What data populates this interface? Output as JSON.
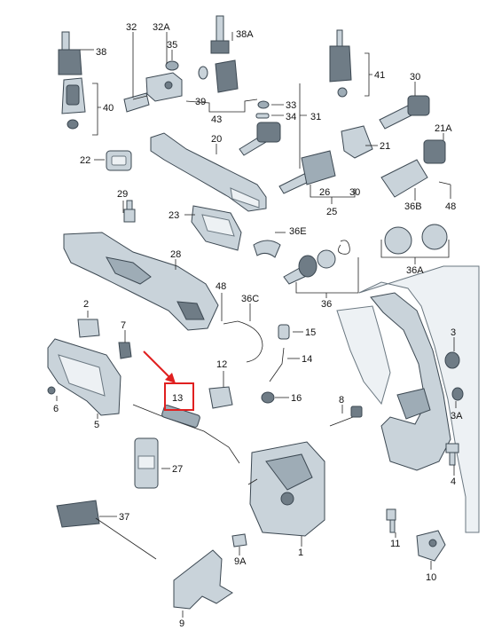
{
  "callouts": [
    {
      "id": "c38",
      "text": "38"
    },
    {
      "id": "c32",
      "text": "32"
    },
    {
      "id": "c32A",
      "text": "32A"
    },
    {
      "id": "c35",
      "text": "35"
    },
    {
      "id": "c38A",
      "text": "38A"
    },
    {
      "id": "c39",
      "text": "39"
    },
    {
      "id": "c43",
      "text": "43"
    },
    {
      "id": "c40",
      "text": "40"
    },
    {
      "id": "c41",
      "text": "41"
    },
    {
      "id": "c30top",
      "text": "30"
    },
    {
      "id": "c33",
      "text": "33"
    },
    {
      "id": "c34",
      "text": "34"
    },
    {
      "id": "c31",
      "text": "31"
    },
    {
      "id": "c20",
      "text": "20"
    },
    {
      "id": "c21",
      "text": "21"
    },
    {
      "id": "c21A",
      "text": "21A"
    },
    {
      "id": "c22",
      "text": "22"
    },
    {
      "id": "c26",
      "text": "26"
    },
    {
      "id": "c30",
      "text": "30"
    },
    {
      "id": "c25",
      "text": "25"
    },
    {
      "id": "c36B",
      "text": "36B"
    },
    {
      "id": "c48a",
      "text": "48"
    },
    {
      "id": "c29",
      "text": "29"
    },
    {
      "id": "c23",
      "text": "23"
    },
    {
      "id": "c36E",
      "text": "36E"
    },
    {
      "id": "c28",
      "text": "28"
    },
    {
      "id": "c36A",
      "text": "36A"
    },
    {
      "id": "c36",
      "text": "36"
    },
    {
      "id": "c48b",
      "text": "48"
    },
    {
      "id": "c36C",
      "text": "36C"
    },
    {
      "id": "c2",
      "text": "2"
    },
    {
      "id": "c7",
      "text": "7"
    },
    {
      "id": "c15",
      "text": "15"
    },
    {
      "id": "c14",
      "text": "14"
    },
    {
      "id": "c3",
      "text": "3"
    },
    {
      "id": "c12",
      "text": "12"
    },
    {
      "id": "c13",
      "text": "13"
    },
    {
      "id": "c6",
      "text": "6"
    },
    {
      "id": "c16",
      "text": "16"
    },
    {
      "id": "c3A",
      "text": "3A"
    },
    {
      "id": "c8",
      "text": "8"
    },
    {
      "id": "c5",
      "text": "5"
    },
    {
      "id": "c27",
      "text": "27"
    },
    {
      "id": "c4",
      "text": "4"
    },
    {
      "id": "c37",
      "text": "37"
    },
    {
      "id": "c11",
      "text": "11"
    },
    {
      "id": "c9A",
      "text": "9A"
    },
    {
      "id": "c1",
      "text": "1"
    },
    {
      "id": "c10",
      "text": "10"
    },
    {
      "id": "c9",
      "text": "9"
    }
  ],
  "highlight": {
    "color": "#e02020",
    "part": "13"
  },
  "palette": {
    "part": "#c9d3da",
    "outline": "#3c4852",
    "dark": "#6f7c86"
  }
}
